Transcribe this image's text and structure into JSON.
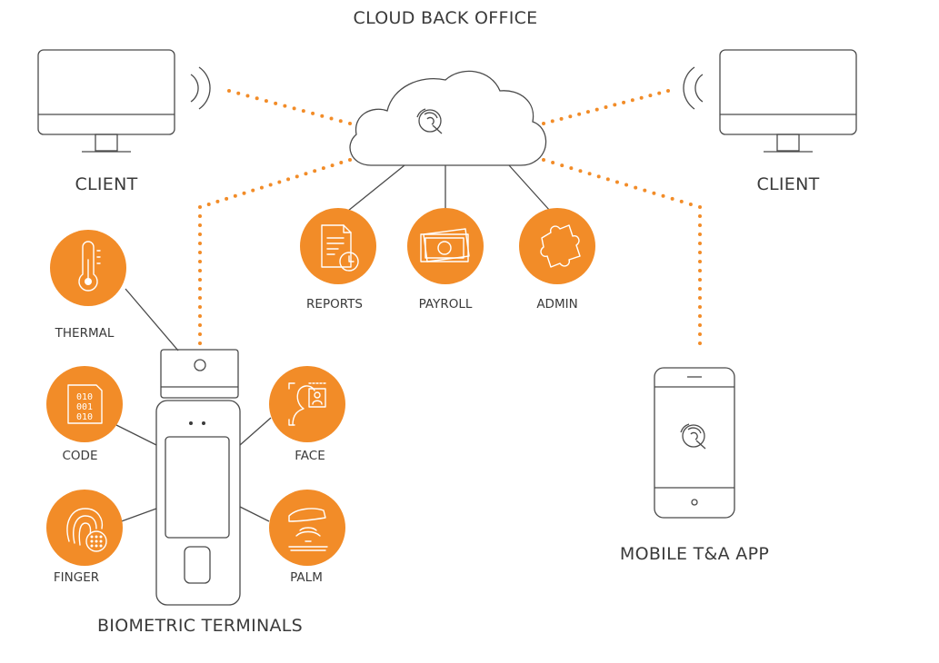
{
  "title": "CLOUD BACK OFFICE",
  "colors": {
    "accent": "#f28c28",
    "line": "#4a4a4a",
    "text": "#3a3a3a"
  },
  "cloud": {
    "label": "CLOUD BACK OFFICE",
    "logo_icon": "q-logo-icon"
  },
  "clients": [
    {
      "id": "left",
      "label": "CLIENT",
      "icon": "monitor-icon"
    },
    {
      "id": "right",
      "label": "CLIENT",
      "icon": "monitor-icon"
    }
  ],
  "services": [
    {
      "label": "REPORTS",
      "icon": "document-clock-icon"
    },
    {
      "label": "PAYROLL",
      "icon": "banknote-icon"
    },
    {
      "label": "ADMIN",
      "icon": "puzzle-icon"
    }
  ],
  "terminal": {
    "label": "BIOMETRIC TERMINALS",
    "features": [
      {
        "label": "THERMAL",
        "icon": "thermometer-icon"
      },
      {
        "label": "CODE",
        "icon": "binary-code-icon"
      },
      {
        "label": "FINGER",
        "icon": "fingerprint-icon"
      },
      {
        "label": "FACE",
        "icon": "face-recognition-icon"
      },
      {
        "label": "PALM",
        "icon": "palm-scanner-icon"
      }
    ]
  },
  "mobile": {
    "label": "MOBILE T&A APP",
    "logo_icon": "q-logo-icon"
  }
}
